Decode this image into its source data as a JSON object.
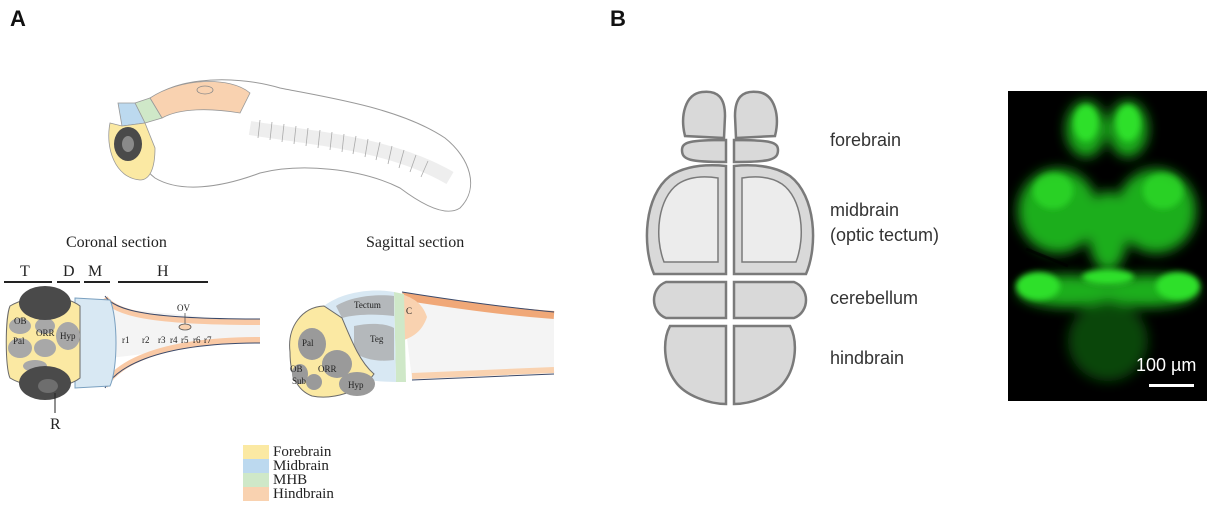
{
  "panels": {
    "a_label": "A",
    "b_label": "B"
  },
  "panel_a": {
    "coronal_title": "Coronal section",
    "sagittal_title": "Sagittal section",
    "coronal_regions": {
      "T": "T",
      "D": "D",
      "M": "M",
      "H": "H",
      "OV": "OV",
      "R": "R"
    },
    "coronal_labels": {
      "OB": "OB",
      "Pal": "Pal",
      "ORR": "ORR",
      "Hyp": "Hyp"
    },
    "rhombomeres": [
      "r1",
      "r2",
      "r3",
      "r4",
      "r5",
      "r6",
      "r7"
    ],
    "sagittal_labels": {
      "Tectum": "Tectum",
      "C": "C",
      "Teg": "Teg",
      "Pal": "Pal",
      "OB": "OB",
      "Sub": "Sub",
      "ORR": "ORR",
      "Hyp": "Hyp"
    },
    "legend": [
      {
        "label": "Forebrain",
        "color": "#fbe9a3"
      },
      {
        "label": "Midbrain",
        "color": "#bcd9ef"
      },
      {
        "label": "MHB",
        "color": "#cfe8c8"
      },
      {
        "label": "Hindbrain",
        "color": "#f9d2b0"
      }
    ],
    "colors": {
      "forebrain": "#fbe9a3",
      "midbrain": "#bcd9ef",
      "mhb": "#cfe8c8",
      "hindbrain": "#f9d2b0",
      "hindbrain_dark": "#f0a878",
      "tissue": "#b5b5b5",
      "eye": "#4a4a4a"
    }
  },
  "panel_b": {
    "regions": [
      "forebrain",
      "midbrain\n(optic tectum)",
      "cerebellum",
      "hindbrain"
    ],
    "region_line1": "forebrain",
    "midbrain_line1": "midbrain",
    "midbrain_line2": "(optic tectum)",
    "cerebellum": "cerebellum",
    "hindbrain": "hindbrain",
    "scale_bar": "100 µm",
    "colors": {
      "brain_fill": "#d9d9d9",
      "brain_light": "#ececec",
      "outline": "#7a7a7a",
      "fluorescence": "#2ee02a"
    }
  }
}
